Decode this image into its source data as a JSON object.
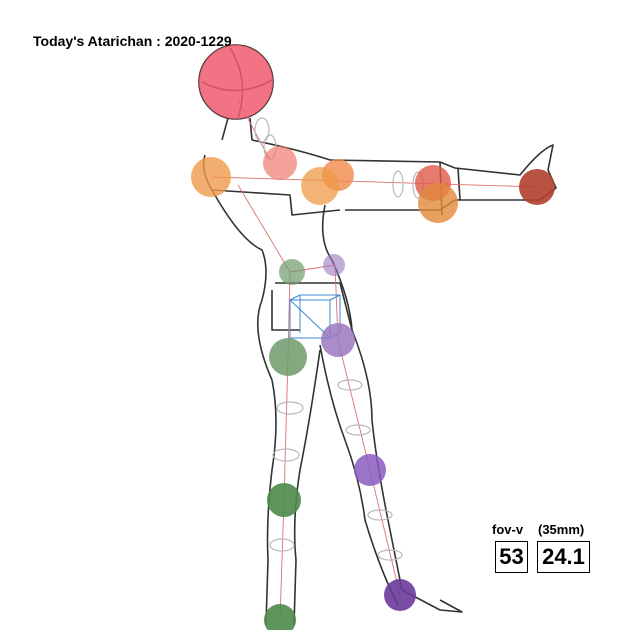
{
  "title": "Today's Atarichan : 2020-1229",
  "readout": {
    "fov_label": "fov-v",
    "focal_label": "(35mm)",
    "fov_value": "53",
    "focal_value": "24.1"
  },
  "colors": {
    "head": "#ee5a6e",
    "shoulder": "#ef9a4a",
    "elbow": "#f07a5a",
    "hand": "#b0402e",
    "hip_left": "#6e9a6a",
    "hip_right": "#9a78c0",
    "knee_left": "#4e8a4a",
    "knee_right": "#7a4aa8",
    "outline": "#333333",
    "bone": "#e07070",
    "ring": "#b8b8b8",
    "pelvis_box": "#3a8ad0"
  }
}
